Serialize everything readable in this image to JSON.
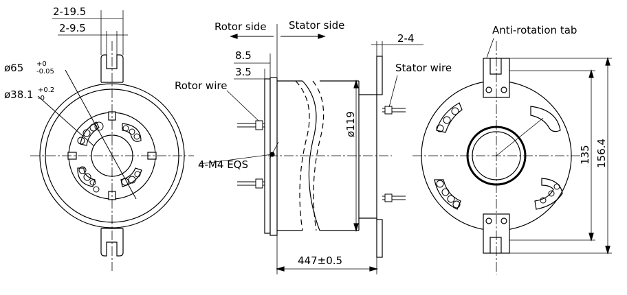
{
  "labels": {
    "rotor_side": "Rotor side",
    "stator_side": "Stator side",
    "rotor_wire": "Rotor wire",
    "stator_wire": "Stator wire",
    "anti_rotation_tab": "Anti-rotation tab",
    "thread": "4-M4  EQS"
  },
  "dimensions": {
    "slot_width_outer": "2-19.5",
    "slot_width_inner": "2-9.5",
    "od_65_main": "ø65",
    "od_65_upper": "+0",
    "od_65_lower": "-0.05",
    "id_38_main": "ø38.1",
    "id_38_upper": "+0.2",
    "id_38_lower": "-0",
    "rotor_offset_1": "8.5",
    "rotor_offset_2": "3.5",
    "tab_thickness": "2-4",
    "body_diameter": "ø119",
    "length": "447±0.5",
    "tab_span_inner": "135",
    "tab_span_outer": "156.4"
  }
}
